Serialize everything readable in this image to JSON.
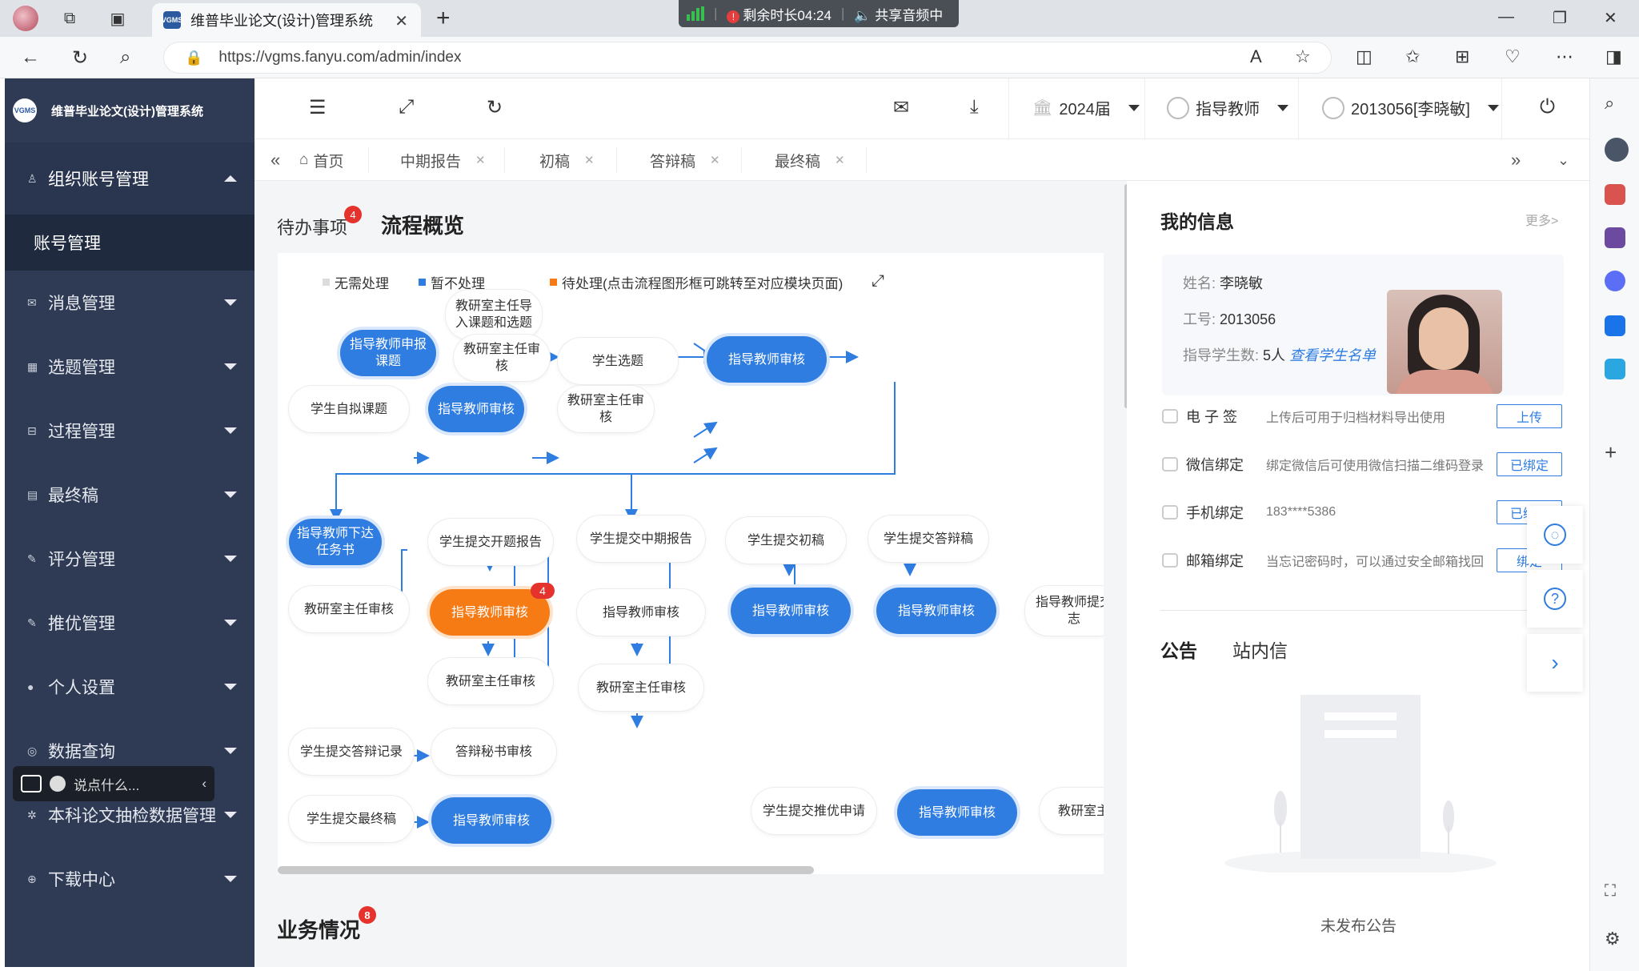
{
  "browser": {
    "tab_title": "维普毕业论文(设计)管理系统",
    "favicon_text": "VGMS",
    "url": "https://vgms.fanyu.com/admin/index",
    "share": {
      "time_left": "剩余时长04:24",
      "audio": "共享音频中"
    }
  },
  "sidebar": {
    "app_name": "维普毕业论文(设计)管理系统",
    "logo_text": "VGMS",
    "groups": [
      {
        "label": "组织账号管理",
        "expanded": true,
        "children": [
          "账号管理"
        ]
      }
    ],
    "items": [
      {
        "label": "消息管理",
        "icon": "mail-icon"
      },
      {
        "label": "选题管理",
        "icon": "grid-icon"
      },
      {
        "label": "过程管理",
        "icon": "car-icon"
      },
      {
        "label": "最终稿",
        "icon": "doc-icon"
      },
      {
        "label": "评分管理",
        "icon": "edit-icon"
      },
      {
        "label": "推优管理",
        "icon": "edit-icon"
      },
      {
        "label": "个人设置",
        "icon": "user-icon"
      },
      {
        "label": "数据查询",
        "icon": "search-icon"
      },
      {
        "label": "本科论文抽检数据管理",
        "icon": "data-icon"
      },
      {
        "label": "下载中心",
        "icon": "download-icon"
      }
    ],
    "chat_placeholder": "说点什么..."
  },
  "topbar": {
    "year": "2024届",
    "role": "指导教师",
    "user": "2013056[李晓敏]"
  },
  "page_tabs": [
    {
      "label": "首页",
      "closable": false
    },
    {
      "label": "中期报告",
      "closable": true
    },
    {
      "label": "初稿",
      "closable": true
    },
    {
      "label": "答辩稿",
      "closable": true
    },
    {
      "label": "最终稿",
      "closable": true
    }
  ],
  "main": {
    "todo_label": "待办事项",
    "todo_badge": "4",
    "overview_label": "流程概览",
    "legend": [
      {
        "label": "无需处理",
        "color": "#dcdcdc"
      },
      {
        "label": "暂不处理",
        "color": "#2f7de1"
      },
      {
        "label": "待处理(点击流程图形框可跳转至对应模块页面)",
        "color": "#f67b15"
      }
    ],
    "nodes": {
      "n1": "教研室主任导入课题和选题",
      "n2": "指导教师申报课题",
      "n3": "教研室主任审核",
      "n4": "学生选题",
      "n5": "指导教师审核",
      "n6": "学生自拟课题",
      "n7": "指导教师审核",
      "n8": "教研室主任审核",
      "n9": "指导教师下达任务书",
      "n10": "学生提交开题报告",
      "n11": "学生提交中期报告",
      "n12": "学生提交初稿",
      "n13": "学生提交答辩稿",
      "n14": "教研室主任审核",
      "n15": "指导教师审核",
      "n15_badge": "4",
      "n16": "指导教师审核",
      "n17": "指导教师审核",
      "n18": "指导教师审核",
      "n19": "指导教师提交志",
      "n20": "教研室主任审核",
      "n21": "教研室主任审核",
      "n22": "学生提交答辩记录",
      "n23": "答辩秘书审核",
      "n24": "学生提交最终稿",
      "n25": "指导教师审核",
      "n26": "学生提交推优申请",
      "n27": "指导教师审核",
      "n28": "教研室主"
    },
    "business_label": "业务情况",
    "business_badge": "8"
  },
  "my_info": {
    "title": "我的信息",
    "more": "更多>",
    "name_label": "姓名:",
    "name": "李晓敏",
    "id_label": "工号:",
    "id": "2013056",
    "students_label": "指导学生数:",
    "students": "5人",
    "students_link": "查看学生名单",
    "accounts": [
      {
        "label": "电 子 签",
        "desc": "上传后可用于归档材料导出使用",
        "btn": "上传"
      },
      {
        "label": "微信绑定",
        "desc": "绑定微信后可使用微信扫描二维码登录",
        "btn": "已绑定"
      },
      {
        "label": "手机绑定",
        "desc": "183****5386",
        "btn": "已绑定"
      },
      {
        "label": "邮箱绑定",
        "desc": "当忘记密码时，可以通过安全邮箱找回",
        "btn": "绑定"
      }
    ]
  },
  "notice": {
    "tabs": [
      "公告",
      "站内信"
    ],
    "empty": "未发布公告"
  }
}
